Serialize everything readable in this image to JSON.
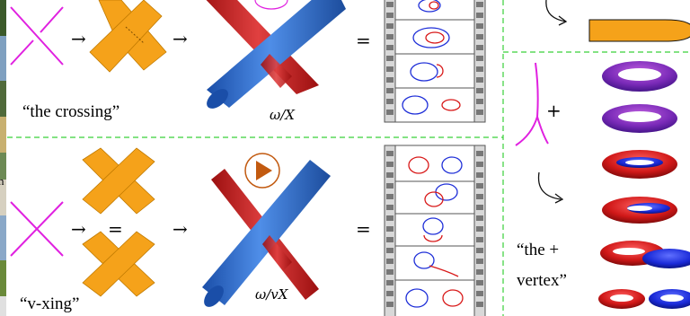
{
  "colors": {
    "magenta": "#e020e0",
    "orange": "#f5a21a",
    "blue_tube": "#2f6fd0",
    "red_rod": "#c81e1e",
    "ring_red": "#d81818",
    "ring_blue": "#1f2fd8",
    "divider_green": "#39d039",
    "play_brown": "#c25a10"
  },
  "top_row": {
    "label": "“the crossing”",
    "arrow1": "→",
    "arrow2": "→",
    "equals": "=",
    "caption": "ω/X"
  },
  "bottom_row": {
    "label": "“v-xing”",
    "arrow1": "→",
    "equals_small": "=",
    "arrow2": "→",
    "equals": "=",
    "caption": "ω/vX"
  },
  "right_panel": {
    "plus": "+",
    "label_line1": "“the +",
    "label_line2": "vertex”"
  },
  "left_strip": {
    "fragment": "n"
  }
}
